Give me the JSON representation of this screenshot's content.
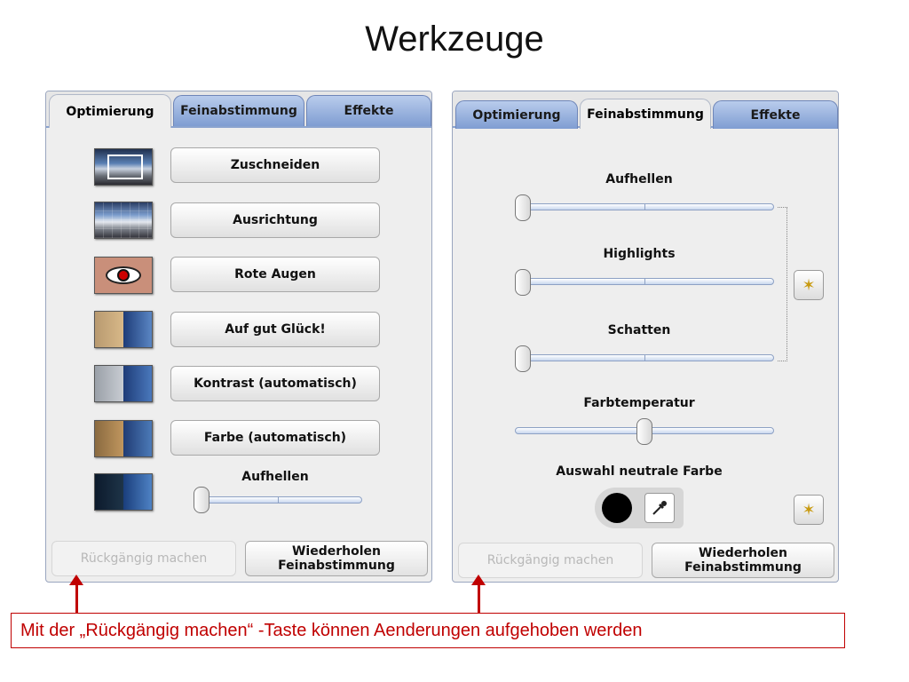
{
  "title": "Werkzeuge",
  "left_panel": {
    "tabs": [
      "Optimierung",
      "Feinabstimmung",
      "Effekte"
    ],
    "active_tab": "Optimierung",
    "tools": [
      {
        "label": "Zuschneiden",
        "icon": "crop-thumbnail-icon"
      },
      {
        "label": "Ausrichtung",
        "icon": "straighten-thumbnail-icon"
      },
      {
        "label": "Rote Augen",
        "icon": "red-eye-thumbnail-icon"
      },
      {
        "label": "Auf gut Glück!",
        "icon": "auto-enhance-thumbnail-icon"
      },
      {
        "label": "Kontrast (automatisch)",
        "icon": "auto-contrast-thumbnail-icon"
      },
      {
        "label": "Farbe (automatisch)",
        "icon": "auto-color-thumbnail-icon"
      }
    ],
    "slider_label": "Aufhellen",
    "slider_value": 0.0,
    "undo_label": "Rückgängig machen",
    "redo_line1": "Wiederholen",
    "redo_line2": "Feinabstimmung"
  },
  "right_panel": {
    "tabs": [
      "Optimierung",
      "Feinabstimmung",
      "Effekte"
    ],
    "active_tab": "Feinabstimmung",
    "sliders": [
      {
        "label": "Aufhellen",
        "value": 0.0
      },
      {
        "label": "Highlights",
        "value": 0.0
      },
      {
        "label": "Schatten",
        "value": 0.0
      },
      {
        "label": "Farbtemperatur",
        "value": 0.5
      }
    ],
    "neutral_label": "Auswahl neutrale Farbe",
    "undo_label": "Rückgängig machen",
    "redo_line1": "Wiederholen",
    "redo_line2": "Feinabstimmung"
  },
  "callout": "Mit der „Rückgängig machen“ -Taste können Aenderungen aufgehoben werden",
  "colors": {
    "tab_blue": "#8fa9d9",
    "callout_red": "#c00000"
  }
}
